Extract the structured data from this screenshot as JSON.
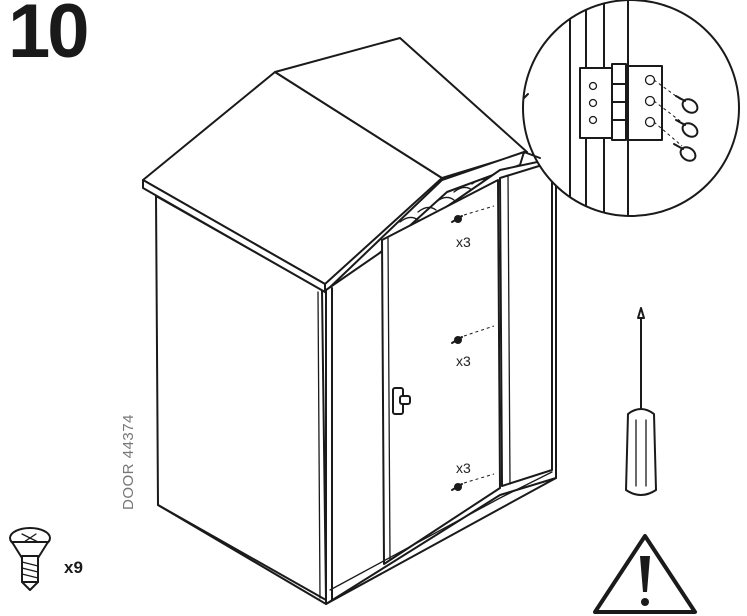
{
  "step": {
    "number": "10"
  },
  "part": {
    "label": "DOOR 44374"
  },
  "hinges": [
    {
      "quantity": "x3"
    },
    {
      "quantity": "x3"
    },
    {
      "quantity": "x3"
    }
  ],
  "screws": {
    "count": "x9"
  },
  "icons": {
    "shed": "shed-illustration",
    "detail": "hinge-detail-magnifier",
    "tool": "screwdriver-icon",
    "warning": "warning-triangle-icon",
    "fastener": "screw-icon"
  }
}
